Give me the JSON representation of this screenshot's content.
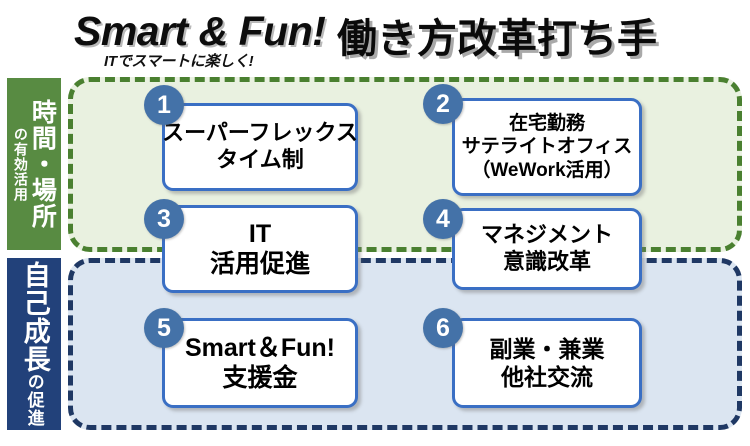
{
  "title": {
    "english": "Smart & Fun!",
    "subtitle": "ITでスマートに楽しく!",
    "japanese": "働き方改革打ち手"
  },
  "groups": [
    {
      "id": "time-place",
      "label_main": "時間・場所",
      "label_sub": "の有効活用",
      "color": "#588b42",
      "panel_fill": "#e9f1e0",
      "panel_border": "#4a8030"
    },
    {
      "id": "self-growth",
      "label_main": "自己成長",
      "label_sub": "の促進",
      "color": "#22417a",
      "panel_fill": "#dbe5f1",
      "panel_border": "#1f3864"
    }
  ],
  "items": [
    {
      "number": "1",
      "lines": [
        "スーパーフレックス",
        "タイム制"
      ]
    },
    {
      "number": "2",
      "lines": [
        "在宅勤務",
        "サテライトオフィス",
        "（WeWork活用）"
      ]
    },
    {
      "number": "3",
      "lines": [
        "IT",
        "活用促進"
      ]
    },
    {
      "number": "4",
      "lines": [
        "マネジメント",
        "意識改革"
      ]
    },
    {
      "number": "5",
      "lines": [
        "Smart＆Fun!",
        "支援金"
      ]
    },
    {
      "number": "6",
      "lines": [
        "副業・兼業",
        "他社交流"
      ]
    }
  ],
  "colors": {
    "card_border": "#3a6fc4",
    "badge_fill": "#4472a8",
    "card_background": "#ffffff",
    "title_text": "#0a0a0a",
    "title_shadow": "#a9a9a9"
  }
}
